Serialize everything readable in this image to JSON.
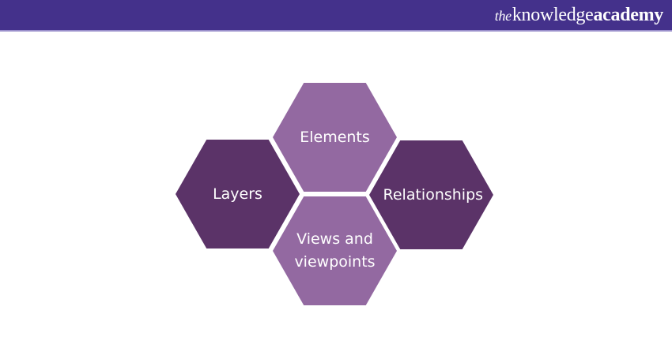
{
  "header": {
    "bg_color": "#44318b",
    "accent_line_color": "#9a8fcb",
    "logo": {
      "prefix": "the",
      "word1": "knowledge",
      "word2": "academy",
      "text_color": "#ffffff"
    }
  },
  "diagram": {
    "hexagons": [
      {
        "id": "elements",
        "label": "Elements",
        "color": "#9369a1",
        "text_color": "#ffffff",
        "position": "top"
      },
      {
        "id": "layers",
        "label": "Layers",
        "color": "#5b3368",
        "text_color": "#ffffff",
        "position": "left"
      },
      {
        "id": "relationships",
        "label": "Relationships",
        "color": "#5b3368",
        "text_color": "#ffffff",
        "position": "right"
      },
      {
        "id": "views",
        "label": "Views and viewpoints",
        "color": "#9369a1",
        "text_color": "#ffffff",
        "position": "bottom"
      }
    ],
    "background_color": "#ffffff"
  }
}
